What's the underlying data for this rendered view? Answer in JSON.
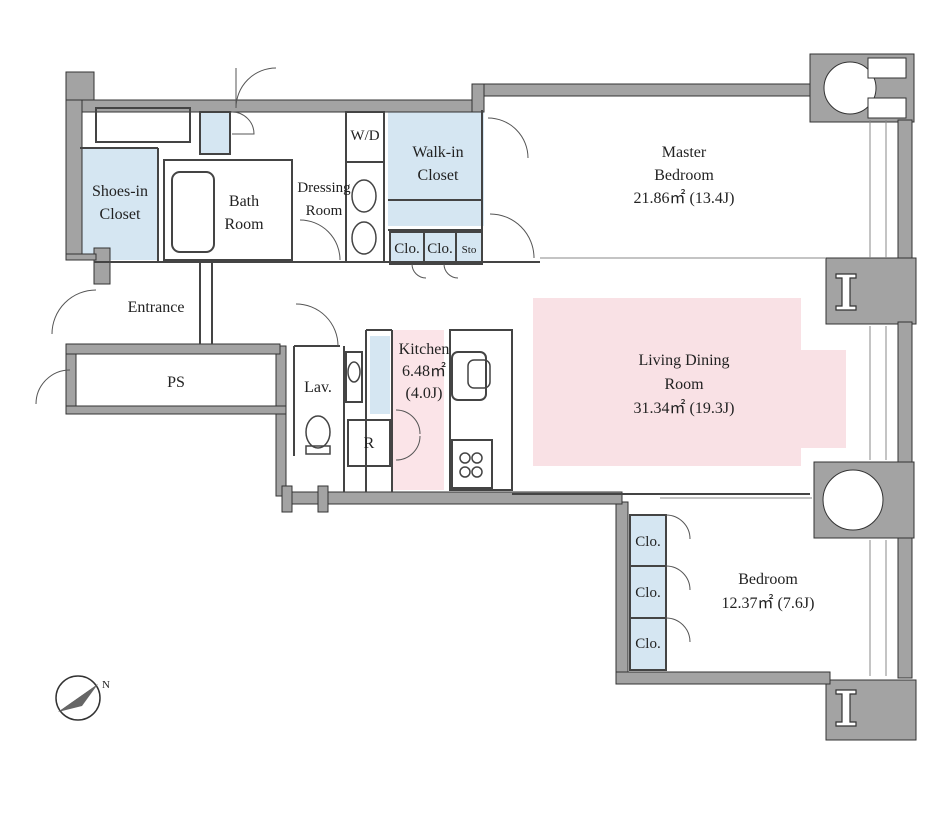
{
  "colors": {
    "wall": "#a3a3a3",
    "wall_outline": "#333333",
    "storage_fill": "#d5e6f2",
    "living_fill": "#f9e1e5",
    "kitchen_fill": "#fbe4e8",
    "line": "#444444"
  },
  "rooms": {
    "master_bedroom": {
      "name_1": "Master",
      "name_2": "Bedroom",
      "area": "21.86㎡ (13.4J)"
    },
    "walk_in_closet": {
      "name_1": "Walk-in",
      "name_2": "Closet"
    },
    "shoes_in_closet": {
      "name_1": "Shoes-in",
      "name_2": "Closet"
    },
    "bath_room": {
      "name_1": "Bath",
      "name_2": "Room"
    },
    "dressing_room": {
      "name_1": "Dressing",
      "name_2": "Room"
    },
    "washer_dryer": {
      "name": "W/D"
    },
    "closets_top": {
      "clo_1": "Clo.",
      "clo_2": "Clo.",
      "sto": "Sto"
    },
    "entrance": {
      "name": "Entrance"
    },
    "ps": {
      "name": "PS"
    },
    "lavatory": {
      "name": "Lav."
    },
    "kitchen": {
      "name": "Kitchen",
      "area_1": "6.48㎡",
      "area_2": "(4.0J)"
    },
    "refrigerator": {
      "name": "R"
    },
    "living_dining": {
      "name_1": "Living Dining",
      "name_2": "Room",
      "area": "31.34㎡ (19.3J)"
    },
    "bedroom": {
      "name": "Bedroom",
      "area": "12.37㎡ (7.6J)"
    },
    "bedroom_closets": {
      "clo_1": "Clo.",
      "clo_2": "Clo.",
      "clo_3": "Clo."
    }
  },
  "compass": {
    "label": "N",
    "icon": "compass-icon"
  }
}
